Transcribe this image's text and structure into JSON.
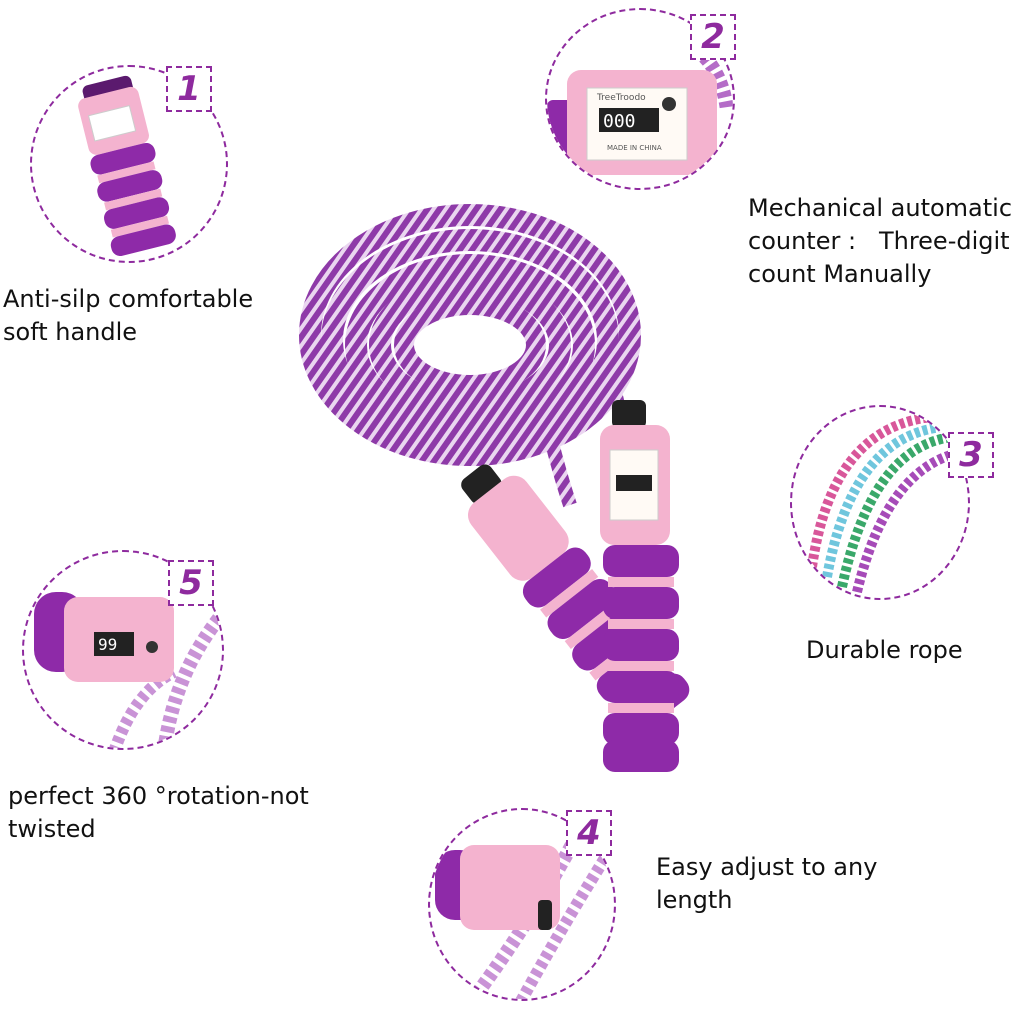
{
  "features": [
    {
      "number": "1",
      "text": "Anti-silp comfortable soft handle",
      "lines": [
        "Anti-silp comfortable",
        "soft handle"
      ]
    },
    {
      "number": "2",
      "text": "Mechanical automatic counter :   Three-digit count Manually",
      "lines": [
        "Mechanical automatic",
        "counter :   Three-digit",
        "count Manually"
      ]
    },
    {
      "number": "3",
      "text": "Durable rope",
      "lines": [
        "Durable rope"
      ]
    },
    {
      "number": "4",
      "text": "Easy adjust to any length",
      "lines": [
        "Easy adjust to any",
        "length"
      ]
    },
    {
      "number": "5",
      "text": "perfect 360 °rotation-not twisted",
      "lines": [
        "perfect 360 °rotation-not",
        "twisted"
      ]
    }
  ],
  "counter": {
    "brand": "TreeTroodo",
    "origin": "MADE IN CHINA",
    "digits": "000",
    "small_digits": "99"
  },
  "colors": {
    "accent": "#8e2a9e",
    "purple": "#8e2aa8",
    "pink": "#f4b3cf",
    "rope_light": "#e8d4ee"
  }
}
